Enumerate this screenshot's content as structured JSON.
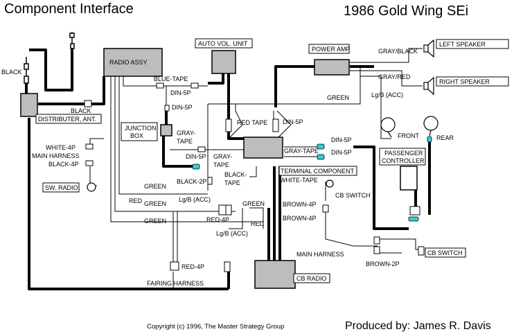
{
  "header": {
    "title": "Component Interface",
    "model": "1986 Gold Wing SEi"
  },
  "footer": {
    "copyright": "Copyright (c) 1996, The Master Strategy Group",
    "producer": "Produced by: James R. Davis"
  },
  "components": {
    "radio_assy": "RADIO ASSY",
    "auto_vol_unit": "AUTO VOL. UNIT",
    "power_amp": "POWER AMP",
    "left_speaker": "LEFT SPEAKER",
    "right_speaker": "RIGHT SPEAKER",
    "distributer_ant": "DISTRIBUTER, ANT.",
    "junction_box_line1": "JUNCTION",
    "junction_box_line2": "BOX",
    "terminal_component": "TERMINAL COMPONENT",
    "passenger_controller_line1": "PASSENGER",
    "passenger_controller_line2": "CONTROLLER",
    "front": "FRONT",
    "rear": "REAR",
    "cb_radio": "CB RADIO",
    "cb_switch_1": "CB SWITCH",
    "cb_switch_2": "CB SWITCH",
    "sw_radio": "SW. RADIO"
  },
  "wire_labels": {
    "black_1": "BLACK",
    "black_2": "BLACK",
    "gray_black": "GRAY/BLACK",
    "gray_red": "GRAY/RED",
    "blue_tape": "BLUE-TAPE",
    "din5p_1": "DIN-5P",
    "din5p_2": "DIN-5P",
    "din5p_3": "DIN-5P",
    "din5p_4": "DIN-5P",
    "din5p_5": "DIN-5P",
    "din5p_6": "DIN-5P",
    "green_1": "GREEN",
    "green_2": "GREEN",
    "green_3": "GREEN",
    "green_4": "GREEN",
    "green_5": "GREEN",
    "lgb_acc_1": "Lg/B (ACC)",
    "lgb_acc_2": "Lg/B (ACC)",
    "lgb_acc_3": "Lg/B (ACC)",
    "red_tape": "RED TAPE",
    "gray_tape_1": "GRAY-",
    "gray_tape_1b": "TAPE",
    "gray_tape_2": "GRAY-",
    "gray_tape_2b": "TAPE",
    "gray_tape_3": "GRAY-TAPE",
    "white_4p": "WHITE-4P",
    "main_harness_1": "MAIN HARNESS",
    "main_harness_2": "MAIN HARNESS",
    "black_4p": "BLACK-4P",
    "black_2p": "BLACK-2P",
    "black_tape_1": "BLACK-",
    "black_tape_2": "TAPE",
    "white_tape": "WHITE-TAPE",
    "red_1": "RED",
    "red_2": "RED",
    "red_4p_1": "RED-4P",
    "red_4p_2": "RED-4P",
    "brown_4p_1": "BROWN-4P",
    "brown_4p_2": "BROWN-4P",
    "brown_2p": "BROWN-2P",
    "fairing_harness": "FAIRING HARNESS"
  },
  "colors": {
    "wire": "#000000",
    "connector_cyan": "#33ccdd",
    "box_fill": "#bdbdbd",
    "background": "#ffffff"
  },
  "icons": [
    "antenna-icon",
    "speaker-icon",
    "rear-speaker-icon",
    "microphone-icon",
    "connector-icon"
  ]
}
